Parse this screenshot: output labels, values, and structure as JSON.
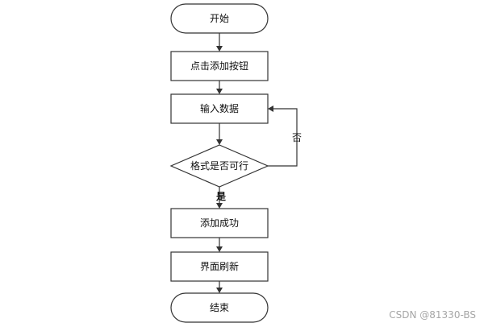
{
  "flowchart": {
    "start": "开始",
    "step_click": "点击添加按钮",
    "step_input": "输入数据",
    "decision": "格式是否可行",
    "step_success": "添加成功",
    "step_refresh": "界面刷新",
    "end": "结束",
    "label_yes": "是",
    "label_no": "否"
  },
  "watermark": "CSDN @81330-BS",
  "colors": {
    "stroke": "#333333",
    "fill": "#ffffff",
    "text": "#111111",
    "watermark": "#a6a6a6"
  }
}
